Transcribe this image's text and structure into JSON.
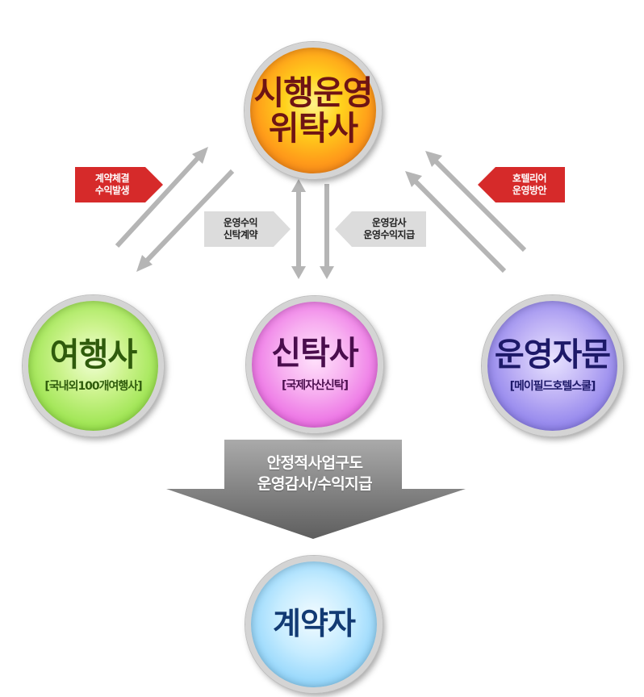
{
  "nodes": {
    "top": {
      "title_line1": "시행운영",
      "title_line2": "위탁사"
    },
    "left": {
      "title": "여행사",
      "subtitle": "[국내외100개여행사]"
    },
    "center": {
      "title": "신탁사",
      "subtitle": "[국제자산신탁]"
    },
    "right": {
      "title": "운영자문",
      "subtitle": "[메이필드호텔스쿨]"
    },
    "bottom": {
      "title": "계약자"
    }
  },
  "tags": {
    "left_red": {
      "line1": "계약체결",
      "line2": "수익발생"
    },
    "right_red": {
      "line1": "호텔리어",
      "line2": "운영방안"
    },
    "center_left_gray": {
      "line1": "운영수익",
      "line2": "신탁계약"
    },
    "center_right_gray": {
      "line1": "운영감사",
      "line2": "운영수익지급"
    }
  },
  "big_arrow": {
    "line1": "안정적사업구도",
    "line2": "운영감사/수익지급"
  },
  "colors": {
    "red_tag": "#d62a2a",
    "gray_tag": "#dcdcdc",
    "connector_arrow": "#b5b5b5",
    "big_arrow": "#7b7b7b"
  }
}
